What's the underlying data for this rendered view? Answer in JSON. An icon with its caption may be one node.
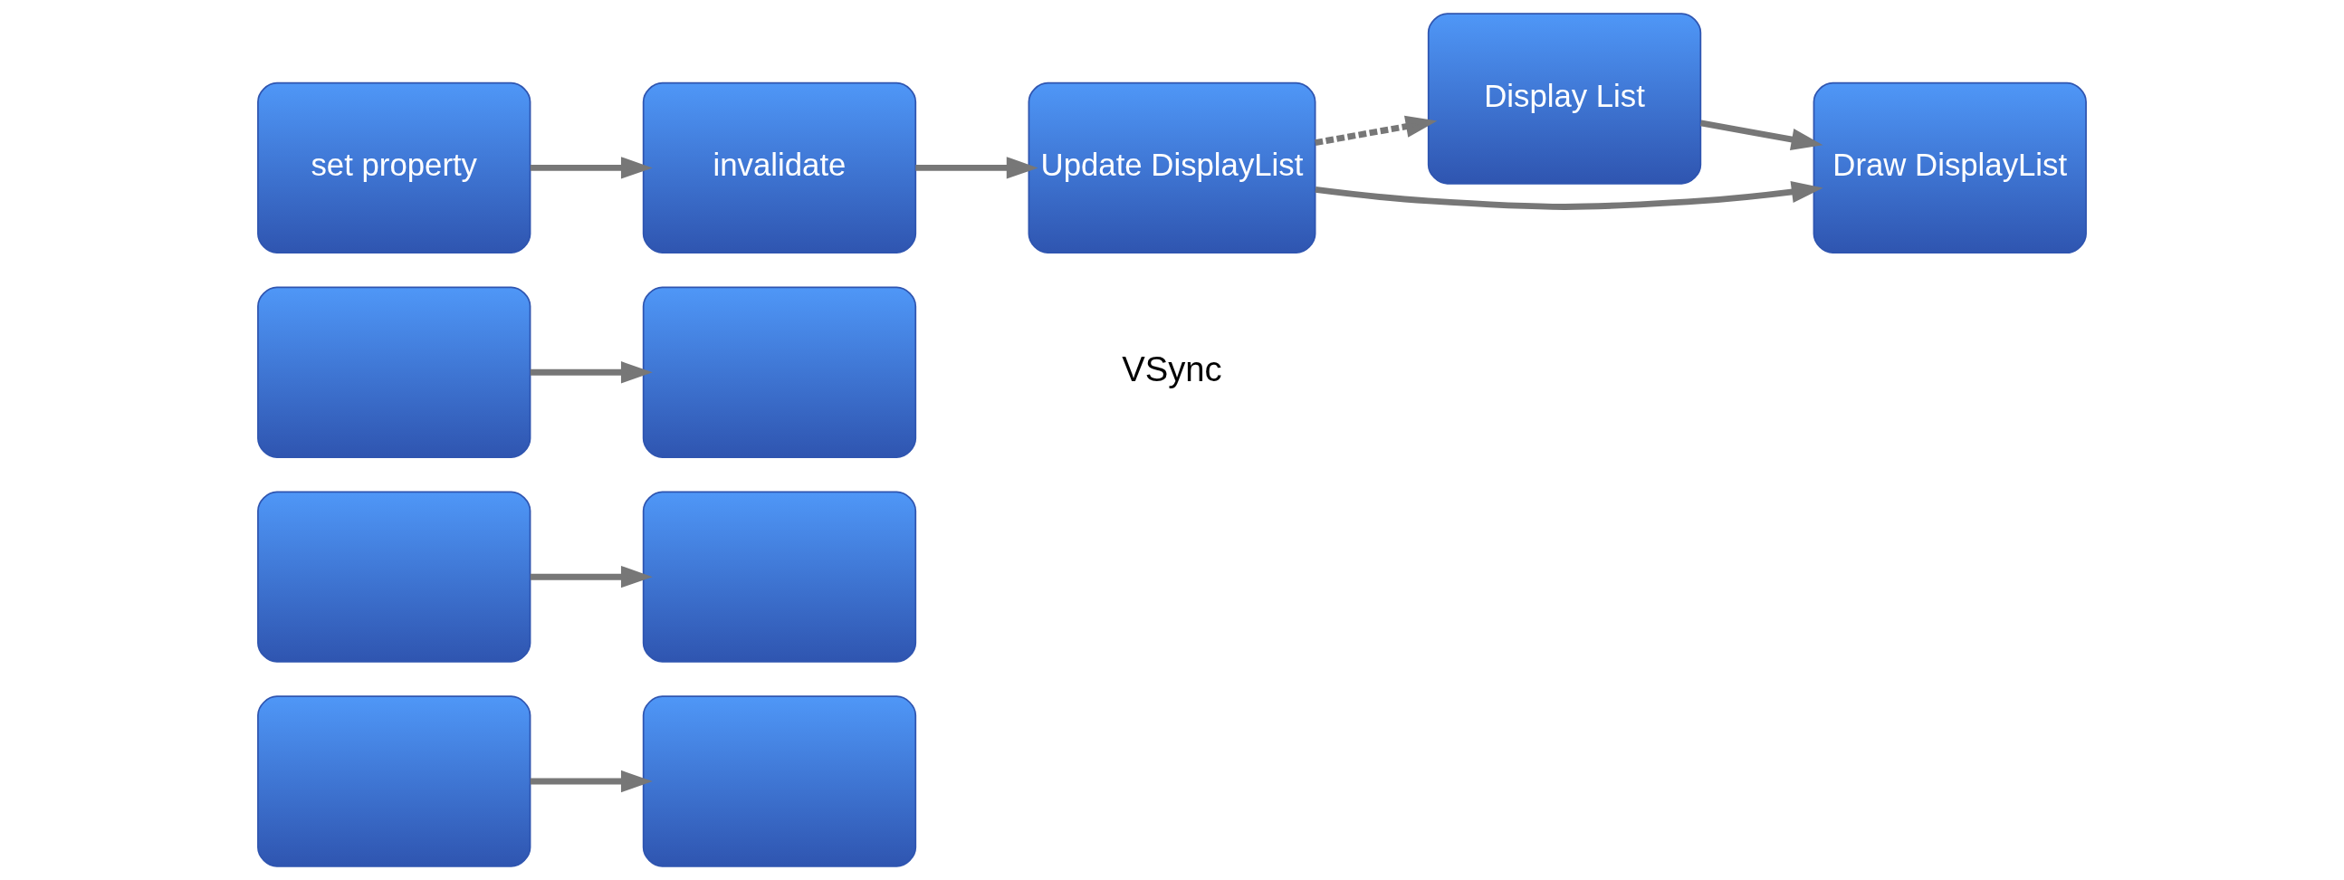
{
  "diagram": {
    "nodes": [
      {
        "text": [],
        "shape": "box"
      },
      {
        "text": [],
        "shape": "box"
      },
      {
        "text": [],
        "shape": "box"
      },
      {
        "text": [
          "set property"
        ]
      },
      {
        "text": [],
        "shape": "box"
      },
      {
        "text": [],
        "shape": "box"
      },
      {
        "text": [],
        "shape": "box"
      },
      {
        "text": [
          "invalidate"
        ]
      },
      {
        "text": [
          "Update DisplayList"
        ]
      },
      {
        "text": [
          "Display List"
        ]
      },
      {
        "text": [
          "Draw DisplayList"
        ]
      }
    ],
    "edges": [
      {
        "from": 0,
        "to": 4,
        "arrow": "to"
      },
      {
        "from": 1,
        "to": 5,
        "arrow": "to"
      },
      {
        "from": 2,
        "to": 6,
        "arrow": "to"
      },
      {
        "from": 3,
        "to": 7,
        "arrow": "to"
      },
      {
        "from": 7,
        "to": 8,
        "arrow": "to"
      },
      {
        "from": 8,
        "to": 9,
        "arrow": "to",
        "style": "dashed"
      },
      {
        "from": 9,
        "to": 10,
        "arrow": "to"
      },
      {
        "from": 8,
        "to": 10,
        "arrow": "to"
      }
    ],
    "labels": [
      "VSync"
    ]
  }
}
